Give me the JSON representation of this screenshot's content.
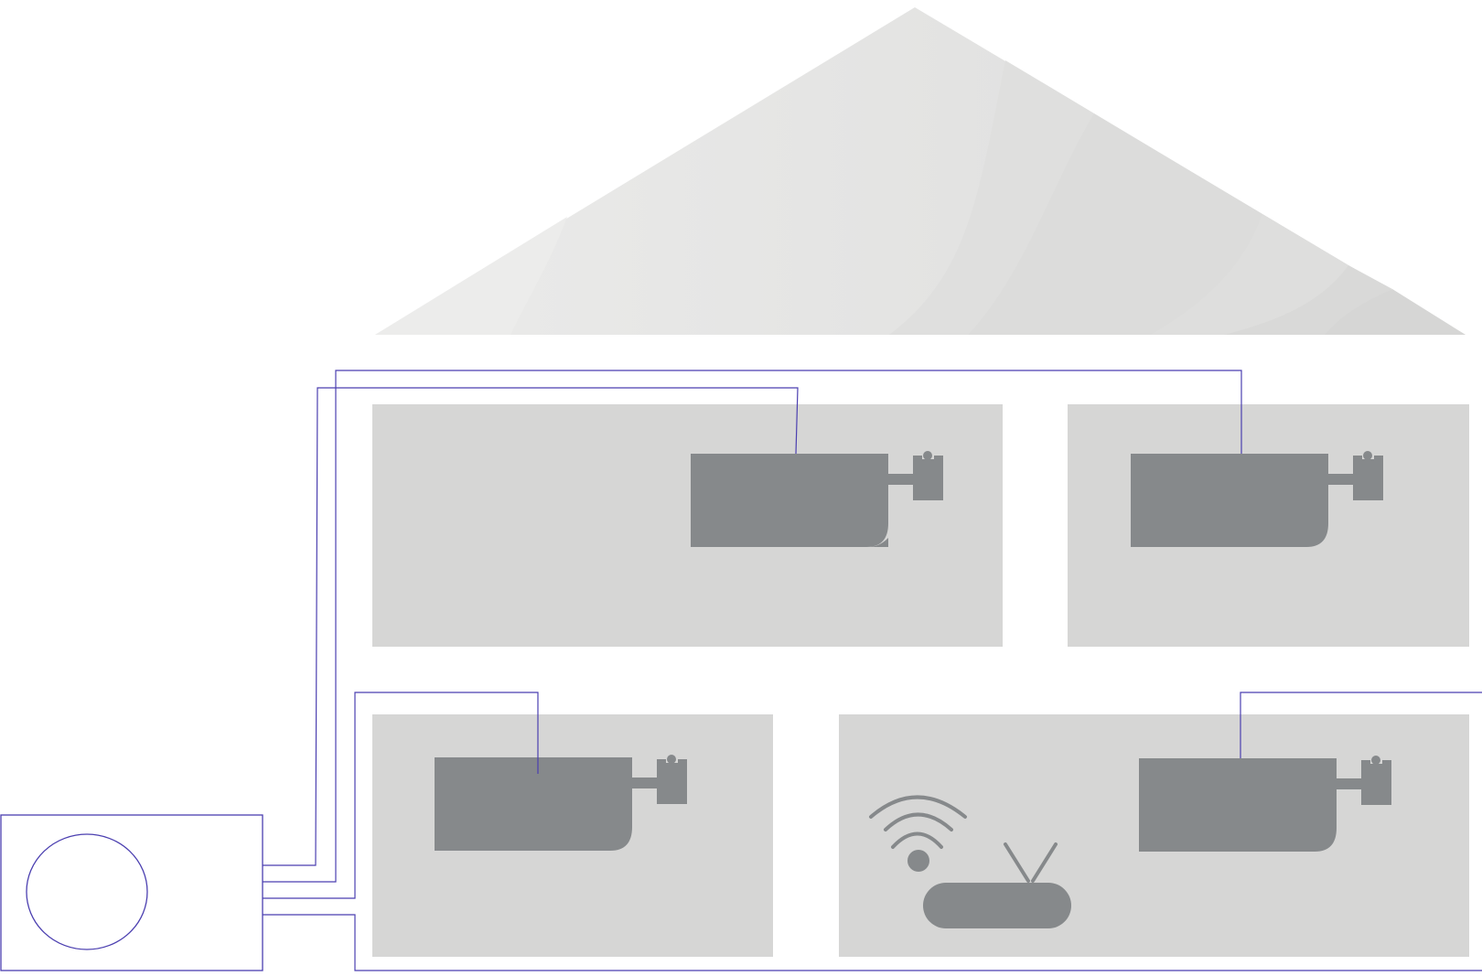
{
  "diagram": {
    "description_visible_text": "",
    "colors": {
      "roof_light": "#ebebea",
      "roof_mid": "#e2e2e1",
      "roof_dark": "#d9d9d8",
      "room": "#d6d6d5",
      "unit": "#86898b",
      "pipe": "#4b3fb0",
      "background": "#ffffff"
    },
    "rooms": [
      {
        "id": "room-upper-left"
      },
      {
        "id": "room-upper-right"
      },
      {
        "id": "room-lower-left"
      },
      {
        "id": "room-lower-right"
      }
    ],
    "indoor_units": 4,
    "outdoor_unit_pipe_count": 4,
    "icons": [
      "indoor-ac-unit-icon",
      "outdoor-condenser-icon",
      "wifi-router-icon",
      "wifi-signal-icon"
    ]
  }
}
